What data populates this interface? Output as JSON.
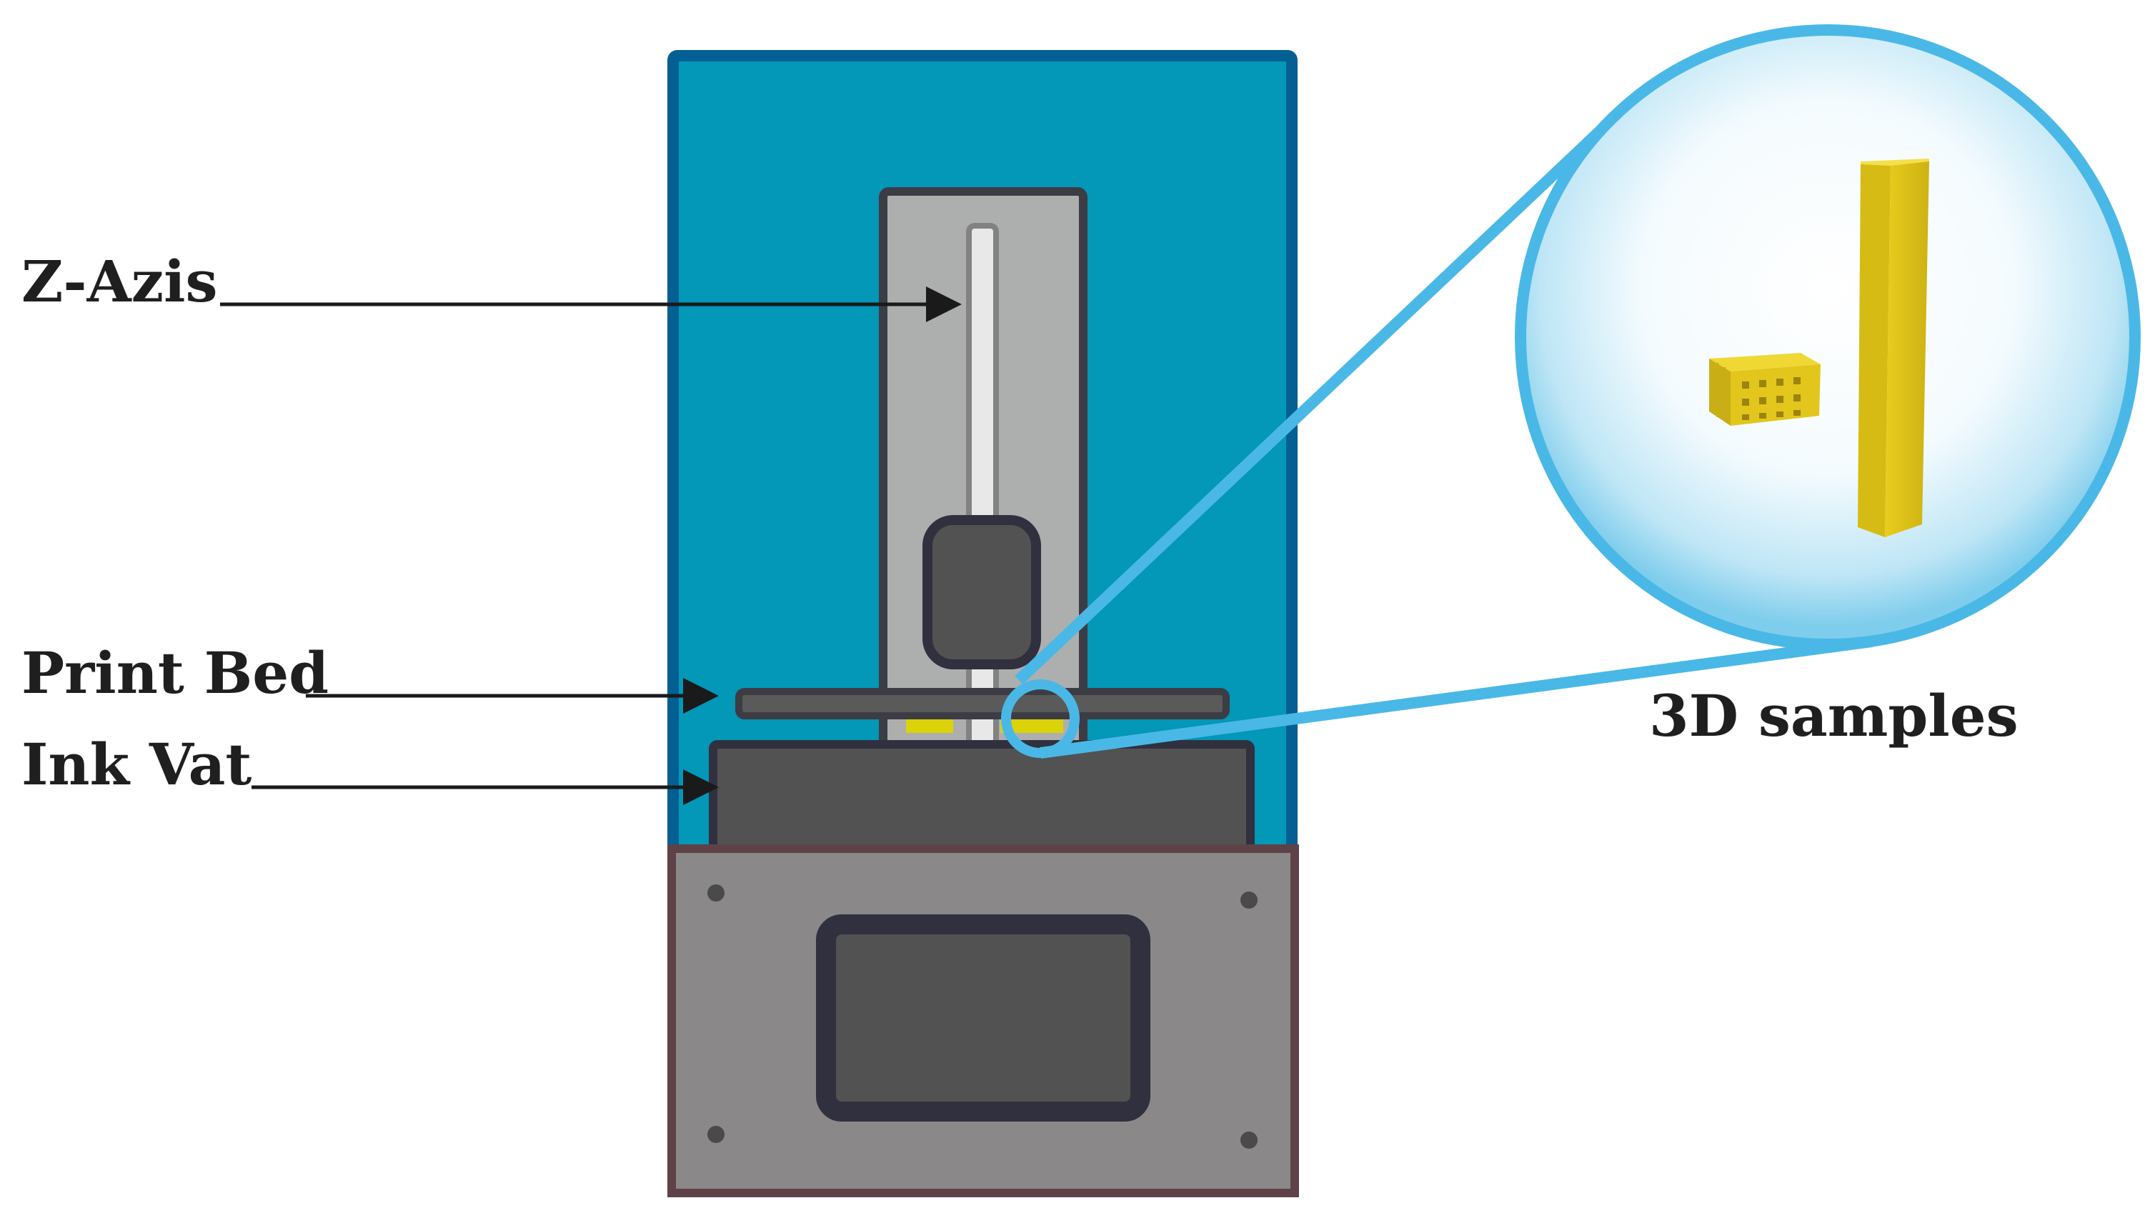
{
  "labels": {
    "z_axis": "Z-Azis",
    "print_bed": "Print Bed",
    "ink_vat": "Ink Vat",
    "samples": "3D samples"
  },
  "colors": {
    "enclosure_fill": "#0397b8",
    "enclosure_border": "#045f93",
    "z_column": "#acafae",
    "dark_outline": "#3c3c44",
    "base_fill": "#8a8888",
    "base_border": "#5e4248",
    "screen": "#525252",
    "screen_border": "#30303f",
    "print_yellow": "#dbd20a",
    "callout": "#4ab8e6",
    "sample_yellow": "#e2c61c"
  },
  "icons": {
    "z_axis_carriage": "carriage-block",
    "touch_screen": "display-screen",
    "sample_lattice": "lattice-cube",
    "sample_bar": "rectangular-bar"
  }
}
